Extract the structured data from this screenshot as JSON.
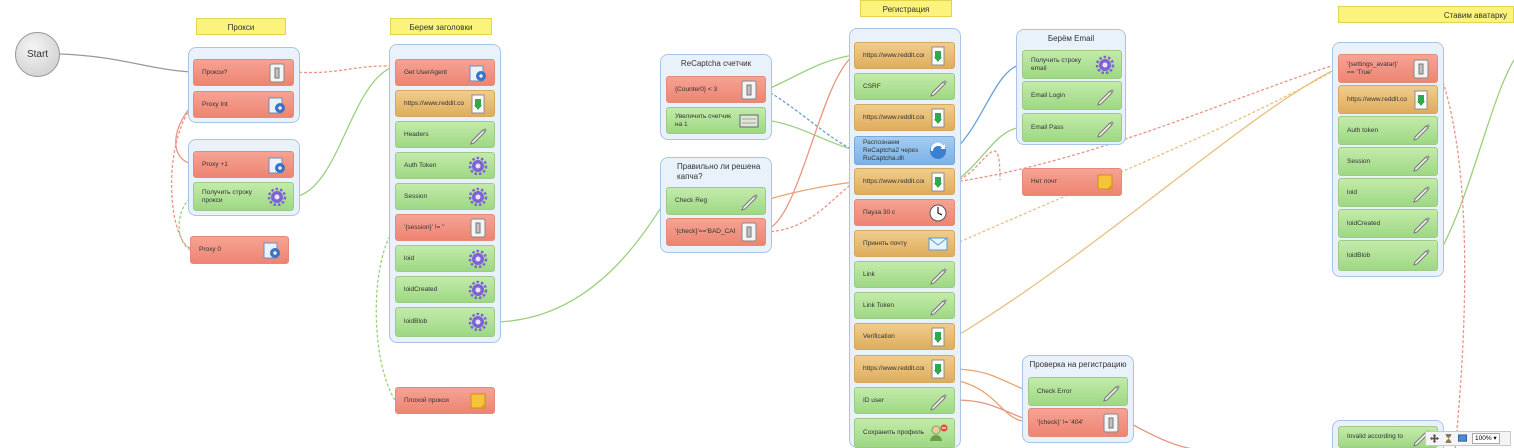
{
  "start_label": "Start",
  "zoom": {
    "value": "100%"
  },
  "labels": [
    {
      "text": "Прокси"
    },
    {
      "text": "Берем заголовки"
    },
    {
      "text": "Регистрация"
    },
    {
      "text": "Ставим аватарку"
    }
  ],
  "groups": [
    {
      "title": ""
    },
    {
      "title": ""
    },
    {
      "title": ""
    },
    {
      "title": "ReCaptcha счетчик"
    },
    {
      "title": "Правильно ли решена капча?"
    },
    {
      "title": ""
    },
    {
      "title": "Берём Email"
    },
    {
      "title": "Проверка на регистрацию"
    },
    {
      "title": ""
    },
    {
      "title": ""
    }
  ],
  "blocks": [
    {
      "text": "Прокси?",
      "color": "red",
      "icon": "switch-icon"
    },
    {
      "text": "Proxy Int",
      "color": "red",
      "icon": "list-icon"
    },
    {
      "text": "Proxy +1",
      "color": "red",
      "icon": "list-icon"
    },
    {
      "text": "Получить строку прокси",
      "color": "green",
      "icon": "gear-icon"
    },
    {
      "text": "Proxy 0",
      "color": "red",
      "icon": "list-icon"
    },
    {
      "text": "Get UserAgent",
      "color": "red",
      "icon": "list-icon"
    },
    {
      "text": "https://www.reddit.com/",
      "color": "orange",
      "icon": "download-icon"
    },
    {
      "text": "Headers",
      "color": "green",
      "icon": "pen-icon"
    },
    {
      "text": "Auth Token",
      "color": "green",
      "icon": "gear-icon"
    },
    {
      "text": "Session",
      "color": "green",
      "icon": "gear-icon"
    },
    {
      "text": "'{session}' != ''",
      "color": "red",
      "icon": "switch-icon"
    },
    {
      "text": "loid",
      "color": "green",
      "icon": "gear-icon"
    },
    {
      "text": "loidCreated",
      "color": "green",
      "icon": "gear-icon"
    },
    {
      "text": "loidBlob",
      "color": "green",
      "icon": "gear-icon"
    },
    {
      "text": "Плохой прокси",
      "color": "red",
      "icon": "note-icon"
    },
    {
      "text": "{Counter0} < 3",
      "color": "red",
      "icon": "switch-icon"
    },
    {
      "text": "Увеличить счетчик на 1",
      "color": "green",
      "icon": "counter-icon"
    },
    {
      "text": "Check Reg",
      "color": "green",
      "icon": "pen-icon"
    },
    {
      "text": "'{check}'=='BAD_CAPTCHA'",
      "color": "red",
      "icon": "switch-icon"
    },
    {
      "text": "https://www.reddit.com/register/",
      "color": "orange",
      "icon": "download-icon"
    },
    {
      "text": "CSRF",
      "color": "green",
      "icon": "pen-icon"
    },
    {
      "text": "https://www.reddit.com/check_username",
      "color": "orange",
      "icon": "download-icon"
    },
    {
      "text": "Распознаем ReCaptcha2 через RuCaptcha.dll",
      "color": "blue",
      "icon": "captcha-icon"
    },
    {
      "text": "https://www.reddit.com/register",
      "color": "orange",
      "icon": "download-icon"
    },
    {
      "text": "Пауза 30 с",
      "color": "red",
      "icon": "clock-icon"
    },
    {
      "text": "Принять почту",
      "color": "orange",
      "icon": "mail-icon"
    },
    {
      "text": "Link",
      "color": "green",
      "icon": "pen-icon"
    },
    {
      "text": "Link Token",
      "color": "green",
      "icon": "pen-icon"
    },
    {
      "text": "Verification",
      "color": "orange",
      "icon": "download-icon"
    },
    {
      "text": "https://www.reddit.com/user/USERNAME/about.json",
      "color": "orange",
      "icon": "download-icon"
    },
    {
      "text": "ID user",
      "color": "green",
      "icon": "pen-icon"
    },
    {
      "text": "Сохранить профиль",
      "color": "green",
      "icon": "profile-icon"
    },
    {
      "text": "Получить строку email",
      "color": "green",
      "icon": "gear-icon"
    },
    {
      "text": "Email Login",
      "color": "green",
      "icon": "pen-icon"
    },
    {
      "text": "Email Pass",
      "color": "green",
      "icon": "pen-icon"
    },
    {
      "text": "Нет почт",
      "color": "red",
      "icon": "note-icon"
    },
    {
      "text": "Check Error",
      "color": "green",
      "icon": "pen-icon"
    },
    {
      "text": "'{check}' != '404'",
      "color": "red",
      "icon": "switch-icon"
    },
    {
      "text": "'{settings_avatar}' == 'True'",
      "color": "red",
      "icon": "switch-icon"
    },
    {
      "text": "https://www.reddit.com/",
      "color": "orange",
      "icon": "download-icon"
    },
    {
      "text": "Auth token",
      "color": "green",
      "icon": "pen-icon"
    },
    {
      "text": "Session",
      "color": "green",
      "icon": "pen-icon"
    },
    {
      "text": "loid",
      "color": "green",
      "icon": "pen-icon"
    },
    {
      "text": "loidCreated",
      "color": "green",
      "icon": "pen-icon"
    },
    {
      "text": "loidBlob",
      "color": "green",
      "icon": "pen-icon"
    },
    {
      "text": "Invalid according to",
      "color": "green",
      "icon": "pen-icon"
    }
  ]
}
